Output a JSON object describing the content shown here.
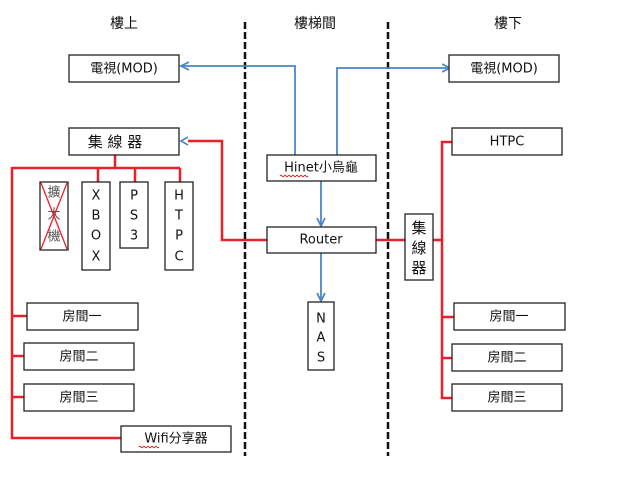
{
  "zones": {
    "upstairs": "樓上",
    "stairwell": "樓梯間",
    "downstairs": "樓下"
  },
  "nodes": {
    "mod_up": "電視(MOD)",
    "hub_up": "集 線 器",
    "amp": [
      "擴",
      "大",
      "機"
    ],
    "xbox": [
      "X",
      "B",
      "O",
      "X"
    ],
    "ps3": [
      "P",
      "S",
      "3"
    ],
    "htpc_up": [
      "H",
      "T",
      "P",
      "C"
    ],
    "room1_up": "房間一",
    "room2_up": "房間二",
    "room3_up": "房間三",
    "wifi": "Wifi分享器",
    "hinet": "Hinet小烏龜",
    "router": "Router",
    "nas": [
      "N",
      "A",
      "S"
    ],
    "mod_down": "電視(MOD)",
    "htpc_down": "HTPC",
    "hub_down": [
      "集",
      "線",
      "器"
    ],
    "room1_down": "房間一",
    "room2_down": "房間二",
    "room3_down": "房間三"
  },
  "status": {
    "amp_removed": true
  },
  "colors": {
    "ethernet": "#e8202a",
    "signal": "#4a86c5",
    "divider": "#111111"
  }
}
